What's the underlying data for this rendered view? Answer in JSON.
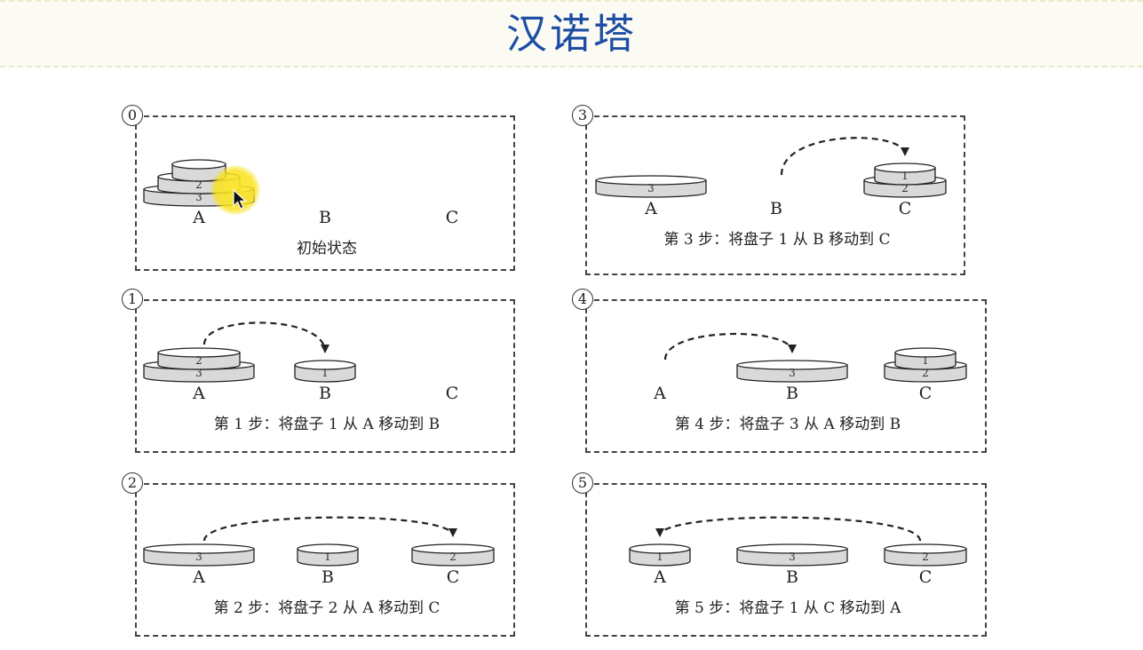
{
  "title": "汉诺塔",
  "pegs": [
    "A",
    "B",
    "C"
  ],
  "panels": [
    {
      "number": "0",
      "caption": "初始状态",
      "stacks": {
        "A": [
          "3",
          "2",
          ""
        ],
        "B": [],
        "C": []
      },
      "arrow": null
    },
    {
      "number": "1",
      "caption": "第 1 步：将盘子 1 从 A 移动到 B",
      "stacks": {
        "A": [
          "3",
          "2"
        ],
        "B": [
          "1"
        ],
        "C": []
      },
      "arrow": {
        "from": "A",
        "to": "B"
      }
    },
    {
      "number": "2",
      "caption": "第 2 步：将盘子 2 从 A 移动到 C",
      "stacks": {
        "A": [
          "3"
        ],
        "B": [
          "1"
        ],
        "C": [
          "2"
        ]
      },
      "arrow": {
        "from": "A",
        "to": "C"
      }
    },
    {
      "number": "3",
      "caption": "第 3 步：将盘子 1 从 B 移动到 C",
      "stacks": {
        "A": [
          "3"
        ],
        "B": [],
        "C": [
          "2",
          "1"
        ]
      },
      "arrow": {
        "from": "B",
        "to": "C"
      }
    },
    {
      "number": "4",
      "caption": "第 4 步：将盘子 3 从 A 移动到 B",
      "stacks": {
        "A": [],
        "B": [
          "3"
        ],
        "C": [
          "2",
          "1"
        ]
      },
      "arrow": {
        "from": "A",
        "to": "B"
      }
    },
    {
      "number": "5",
      "caption": "第 5 步：将盘子 1 从 C 移动到 A",
      "stacks": {
        "A": [
          "1"
        ],
        "B": [
          "3"
        ],
        "C": [
          "2"
        ]
      },
      "arrow": {
        "from": "C",
        "to": "A"
      }
    }
  ],
  "colors": {
    "title": "#1d4ea3",
    "disk_fill": "#d9d9d9",
    "disk_top": "#ffffff",
    "stroke": "#222222"
  }
}
